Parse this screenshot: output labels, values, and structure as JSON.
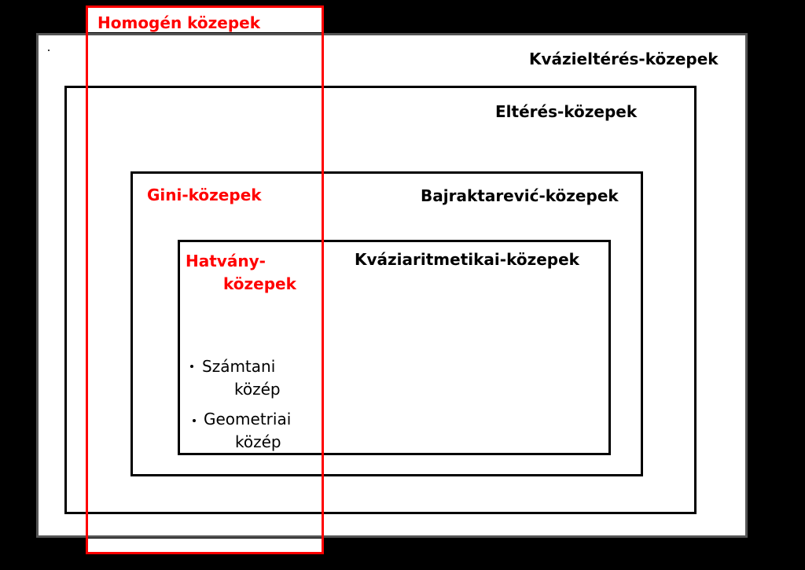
{
  "diagram": {
    "type": "nested-set-diagram",
    "colors": {
      "background": "#000000",
      "fill": "#ffffff",
      "set_border": "#000000",
      "highlight": "#ff0000"
    },
    "sets": [
      {
        "id": "quasi-deviation",
        "label": "Kvázieltérés-közepek"
      },
      {
        "id": "deviation",
        "label": "Eltérés-közepek"
      },
      {
        "id": "bajraktarevic",
        "label": "Bajraktarević-közepek"
      },
      {
        "id": "quasi-arithmetic",
        "label": "Kváziaritmetikai-közepek"
      }
    ],
    "red_sets": {
      "homogeneous": "Homogén közepek",
      "gini": "Gini-közepek",
      "power_line1": "Hatvány-",
      "power_line2": "közepek"
    },
    "items": [
      {
        "line1": "Számtani",
        "line2": "közép"
      },
      {
        "line1": "Geometriai",
        "line2": "közép"
      }
    ]
  }
}
